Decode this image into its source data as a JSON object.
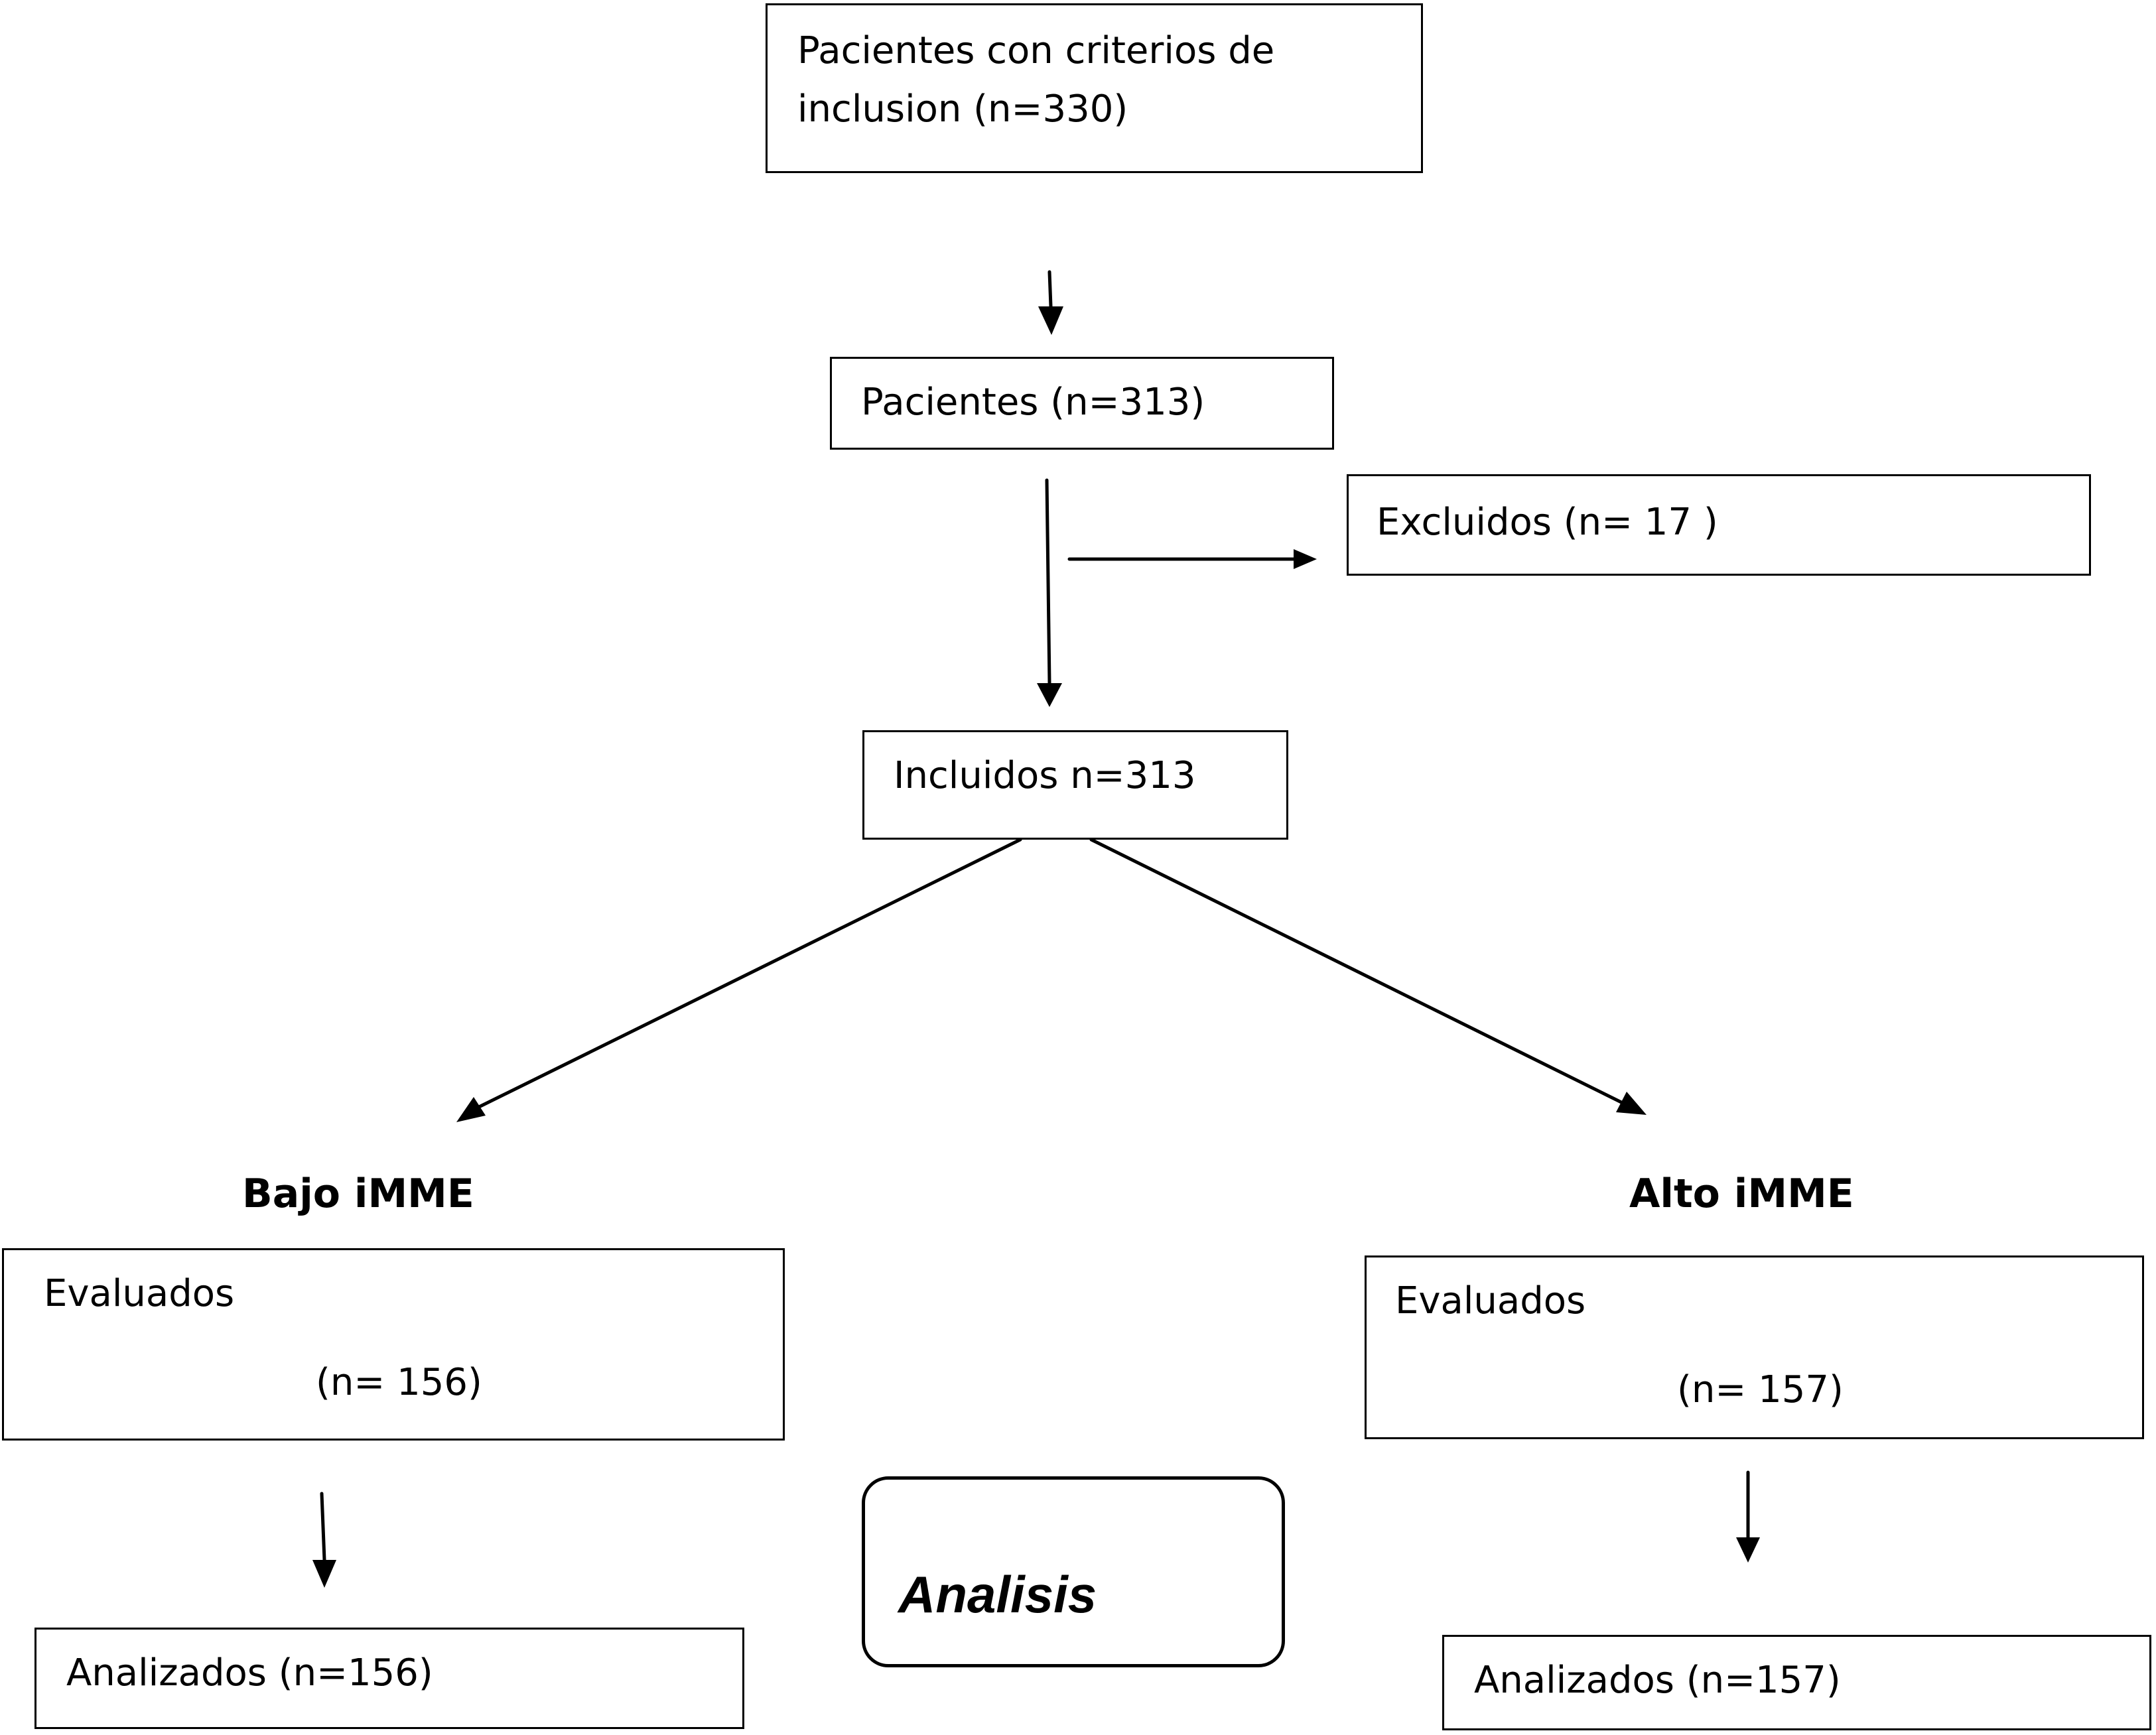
{
  "flowchart": {
    "inclusion": {
      "line1": "Pacientes con criterios de",
      "line2": "inclusion (n=330)"
    },
    "patients": "Pacientes  (n=313)",
    "excluded": "Excluidos (n= 17 )",
    "included": "Incluidos n=313",
    "low_group": {
      "heading": "Bajo iMME",
      "evaluated_label": "Evaluados",
      "evaluated_n": "(n= 156)",
      "analyzed": "Analizados (n=156)"
    },
    "high_group": {
      "heading": "Alto iMME",
      "evaluated_label": "Evaluados",
      "evaluated_n": "(n= 157)",
      "analyzed": "Analizados (n=157)"
    },
    "analysis": "Analisis"
  },
  "colors": {
    "stroke": "#000000",
    "background": "#ffffff"
  }
}
